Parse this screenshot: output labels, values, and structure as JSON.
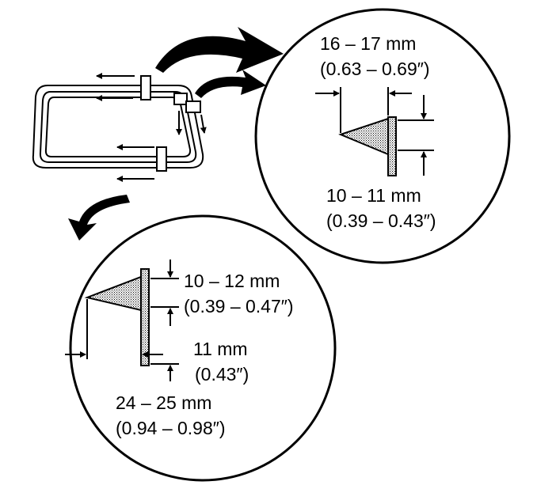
{
  "upper_detail": {
    "width_mm": "16 – 17 mm",
    "width_in": "(0.63 – 0.69″)",
    "offset_mm": "10 – 11 mm",
    "offset_in": "(0.39 – 0.43″)"
  },
  "lower_detail": {
    "top_mm": "10 – 12 mm",
    "top_in": "(0.39 – 0.47″)",
    "mid_mm": "11 mm",
    "mid_in": "(0.43″)",
    "width_mm": "24 – 25 mm",
    "width_in": "(0.94 – 0.98″)"
  },
  "colors": {
    "line": "#000000",
    "background": "#ffffff",
    "stipple": "#cccccc"
  }
}
